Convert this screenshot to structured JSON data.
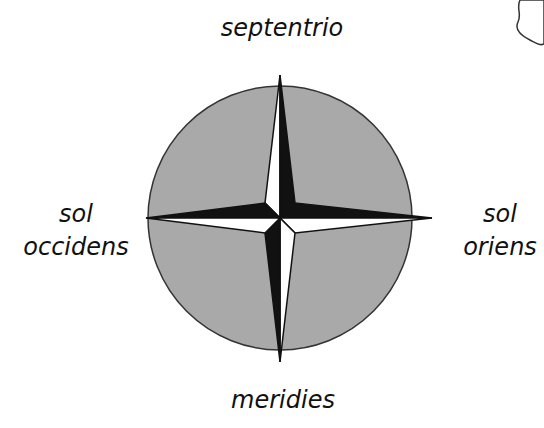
{
  "diagram": {
    "labels": [
      "septentrio",
      "sol occidens",
      "sol oriens",
      "meridies"
    ]
  }
}
